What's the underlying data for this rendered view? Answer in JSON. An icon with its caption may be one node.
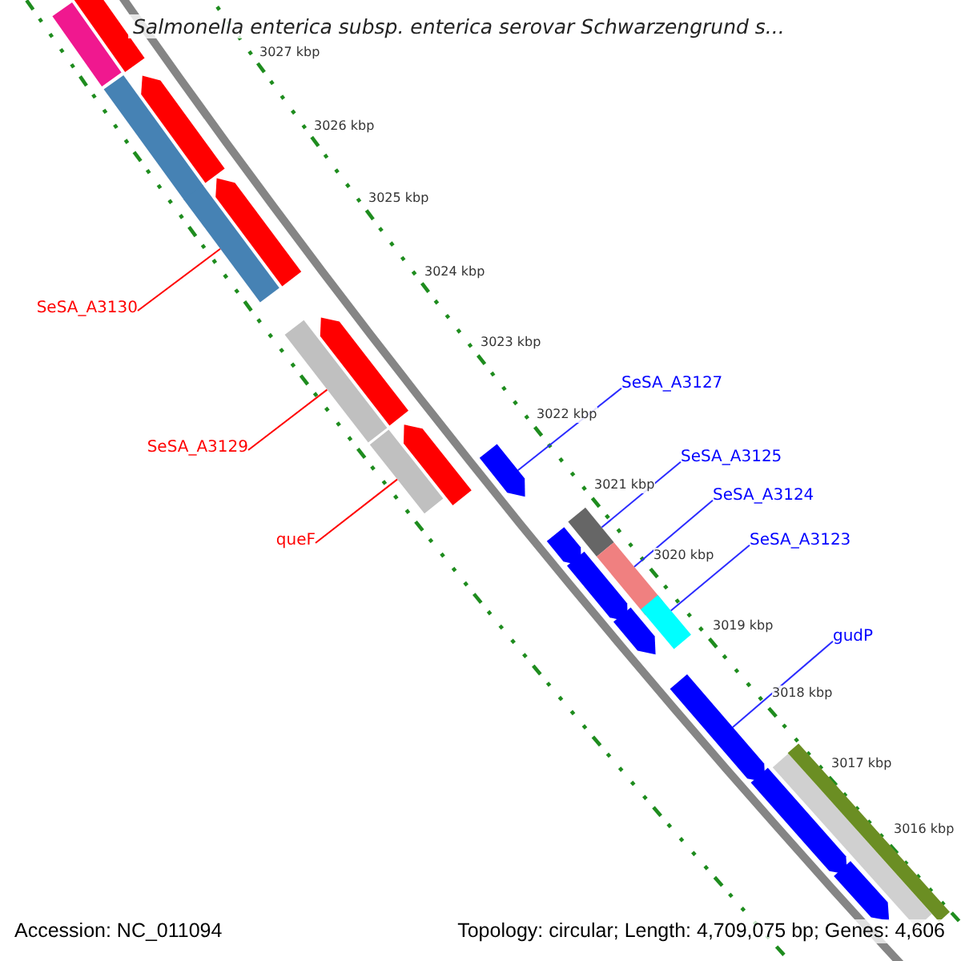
{
  "diagram": {
    "title": "Salmonella enterica subsp. enterica serovar Schwarzengrund s...",
    "nodes": [
      {
        "text": [
          "SeSA_A3130"
        ]
      },
      {
        "text": [
          "SeSA_A3127"
        ]
      },
      {
        "text": [
          "SeSA_A3129"
        ]
      },
      {
        "text": [
          "SeSA_A3125"
        ]
      },
      {
        "text": [
          "SeSA_A3124"
        ]
      },
      {
        "text": [
          "queF"
        ]
      },
      {
        "text": [
          "SeSA_A3123"
        ]
      },
      {
        "text": [
          "gudP"
        ]
      },
      {
        "text": [],
        "shape": "arrow"
      },
      {
        "text": [],
        "shape": "arrow"
      },
      {
        "text": [],
        "shape": "arrow"
      },
      {
        "text": [],
        "shape": "arrow"
      },
      {
        "text": [],
        "shape": "arrow"
      },
      {
        "text": [],
        "shape": "bar"
      },
      {
        "text": [],
        "shape": "bar"
      },
      {
        "text": [],
        "shape": "bar"
      },
      {
        "text": [],
        "shape": "bar"
      },
      {
        "text": [],
        "shape": "bar"
      },
      {
        "text": [],
        "shape": "arrow"
      },
      {
        "text": [],
        "shape": "arrow"
      },
      {
        "text": [],
        "shape": "arrow"
      },
      {
        "text": [],
        "shape": "arrow"
      },
      {
        "text": [],
        "shape": "arrow"
      },
      {
        "text": [],
        "shape": "arrow"
      },
      {
        "text": [],
        "shape": "arrow"
      },
      {
        "text": [],
        "shape": "bar"
      },
      {
        "text": [],
        "shape": "bar"
      },
      {
        "text": [],
        "shape": "bar"
      },
      {
        "text": [],
        "shape": "bar"
      },
      {
        "text": [],
        "shape": "bar"
      }
    ],
    "edges": [
      {
        "from": 0,
        "to": 15,
        "arrow": "none",
        "color": "#ff0000"
      },
      {
        "from": 1,
        "to": 18,
        "arrow": "none"
      },
      {
        "from": 2,
        "to": 16,
        "arrow": "none",
        "color": "#ff0000"
      },
      {
        "from": 3,
        "to": 25,
        "arrow": "none"
      },
      {
        "from": 4,
        "to": 26,
        "arrow": "none"
      },
      {
        "from": 5,
        "to": 17,
        "arrow": "none",
        "color": "#ff0000"
      },
      {
        "from": 6,
        "to": 27,
        "arrow": "none"
      },
      {
        "from": 7,
        "to": 22,
        "arrow": "none"
      }
    ],
    "labels": [
      "3027 kbp",
      "3026 kbp",
      "3025 kbp",
      "3024 kbp",
      "3023 kbp",
      "3022 kbp",
      "3021 kbp",
      "3020 kbp",
      "3019 kbp",
      "3018 kbp",
      "3017 kbp",
      "3016 kbp",
      "Accession: NC_011094",
      "Topology: circular; Length: 4,709,075 bp; Genes: 4,606"
    ]
  }
}
